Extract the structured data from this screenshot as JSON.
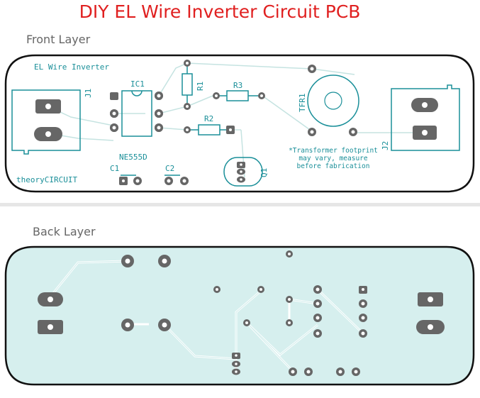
{
  "title": "DIY EL Wire Inverter Circuit PCB",
  "front_layer": {
    "label": "Front Layer",
    "board_title": "EL Wire Inverter",
    "brand": "theoryCIRCUIT",
    "ic_part": "NE555D",
    "refs": {
      "j1": "J1",
      "ic1": "IC1",
      "r1": "R1",
      "r2": "R2",
      "r3": "R3",
      "tfr1": "TFR1",
      "j2": "J2",
      "c1": "C1",
      "c2": "C2",
      "q1": "Q1"
    },
    "note_lines": [
      "*Transformer footprint",
      "may vary, measure",
      "before fabrication"
    ]
  },
  "back_layer": {
    "label": "Back Layer"
  },
  "colors": {
    "title": "#e02020",
    "silkscreen": "#1a8f99",
    "trace_ratsnest": "#c5e3e1",
    "back_copper": "#d6efee",
    "pad": "#666666",
    "outline": "#111111"
  }
}
